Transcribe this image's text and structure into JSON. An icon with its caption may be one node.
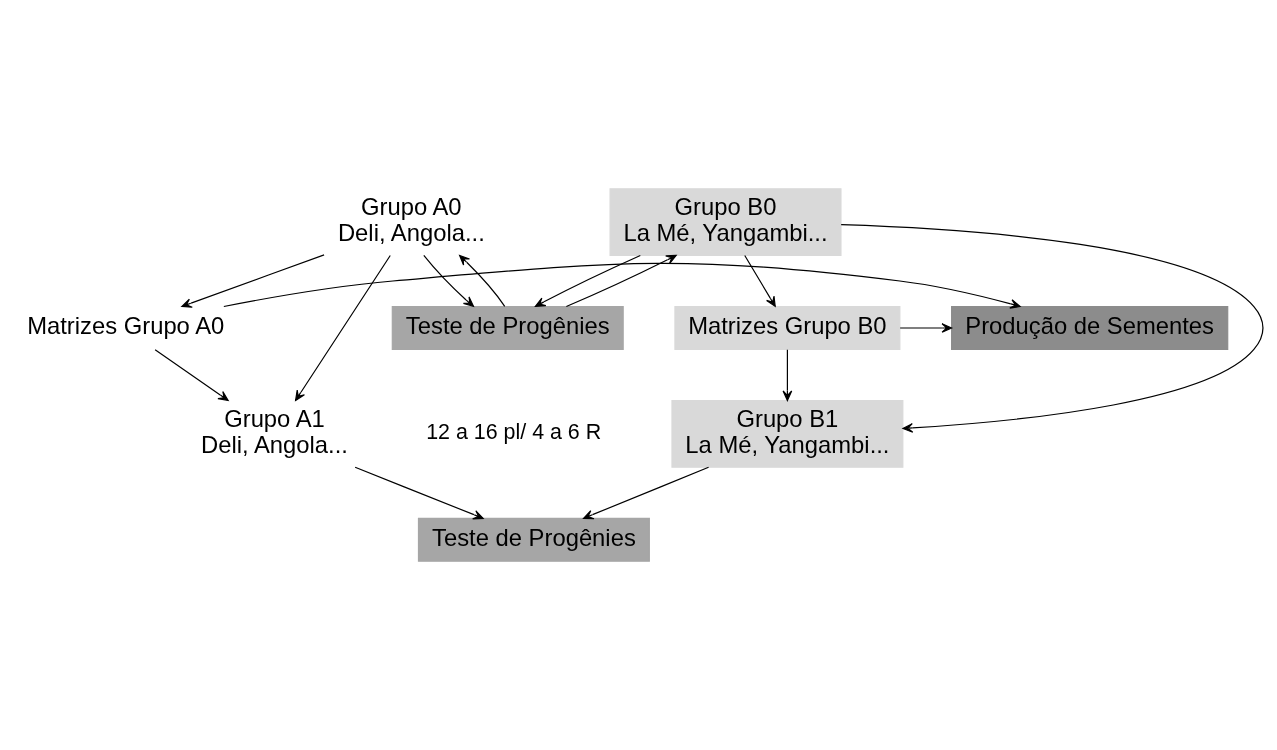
{
  "diagram": {
    "nodes": [
      {
        "text": [
          "Grupo A0",
          "Deli, Angola..."
        ]
      },
      {
        "text": [
          "Grupo B0",
          "La Mé, Yangambi..."
        ]
      },
      {
        "text": [
          "Teste de Progênies"
        ],
        "beside": [
          "12 a 16 pl/ 4 a 6 R"
        ]
      },
      {
        "text": [
          "Matrizes Grupo A0"
        ]
      },
      {
        "text": [
          "Matrizes Grupo B0"
        ]
      },
      {
        "text": [
          "Produção de Sementes"
        ]
      },
      {
        "text": [
          "Grupo A1",
          "Deli, Angola..."
        ]
      },
      {
        "text": [
          "Grupo B1",
          "La Mé, Yangambi..."
        ]
      },
      {
        "text": [
          "Teste de Progênies"
        ]
      }
    ],
    "edges": [
      {
        "from": 0,
        "to": 2,
        "arrow": "to"
      },
      {
        "from": 1,
        "to": 2,
        "arrow": "to"
      },
      {
        "from": 2,
        "to": 0,
        "arrow": "to"
      },
      {
        "from": 2,
        "to": 1,
        "arrow": "to"
      },
      {
        "from": 0,
        "to": 3,
        "arrow": "to"
      },
      {
        "from": 1,
        "to": 4,
        "arrow": "to"
      },
      {
        "from": 3,
        "to": 5,
        "arrow": "to"
      },
      {
        "from": 4,
        "to": 5,
        "arrow": "to"
      },
      {
        "from": 0,
        "to": 6,
        "arrow": "to"
      },
      {
        "from": 3,
        "to": 6,
        "arrow": "to"
      },
      {
        "from": 1,
        "to": 7,
        "arrow": "to"
      },
      {
        "from": 4,
        "to": 7,
        "arrow": "to"
      },
      {
        "from": 6,
        "to": 8,
        "arrow": "to"
      },
      {
        "from": 7,
        "to": 8,
        "arrow": "to"
      }
    ]
  }
}
